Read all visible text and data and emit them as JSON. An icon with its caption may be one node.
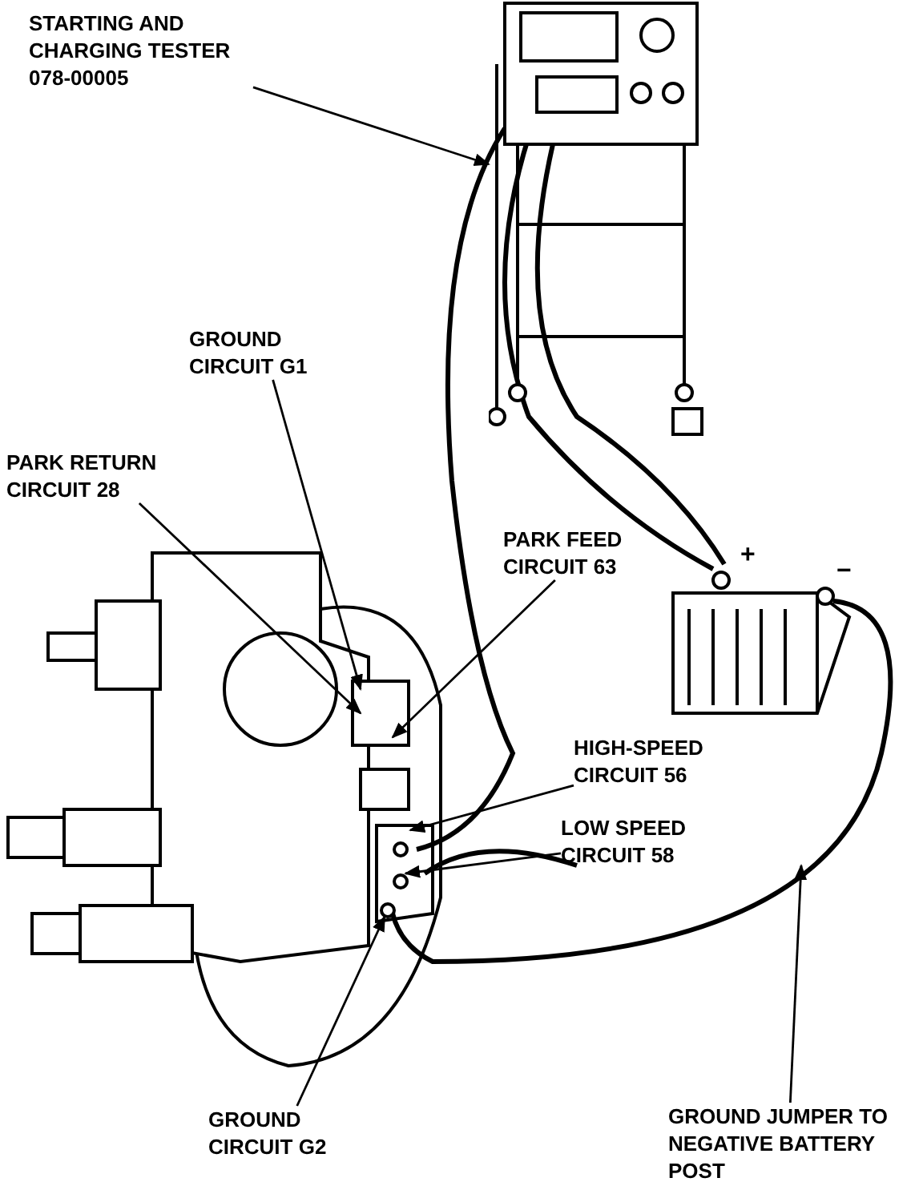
{
  "diagram": {
    "nodes": [
      {
        "text": [
          "STARTING AND CHARGING TESTER 078-00005"
        ]
      },
      {
        "text": [],
        "shape": "picture"
      },
      {
        "text": [
          "GROUND CIRCUIT G1"
        ]
      },
      {
        "text": [
          "PARK RETURN CIRCUIT 28"
        ]
      },
      {
        "text": [
          "PARK FEED CIRCUIT 63"
        ]
      },
      {
        "text": [
          "HIGH-SPEED CIRCUIT 56"
        ]
      },
      {
        "text": [
          "LOW SPEED CIRCUIT 58"
        ]
      },
      {
        "text": [
          "GROUND CIRCUIT G2"
        ]
      },
      {
        "text": [
          "GROUND JUMPER TO NEGATIVE BATTERY POST"
        ]
      }
    ],
    "edges": [
      {
        "from": 0,
        "to": 1,
        "arrow": "to"
      },
      {
        "from": 2,
        "to": null,
        "arrow": "to"
      },
      {
        "from": 3,
        "to": null,
        "arrow": "to"
      },
      {
        "from": 4,
        "to": null,
        "arrow": "to"
      },
      {
        "from": 5,
        "to": null,
        "arrow": "to"
      },
      {
        "from": 6,
        "to": null,
        "arrow": "to"
      },
      {
        "from": 7,
        "to": null,
        "arrow": "to"
      },
      {
        "from": 8,
        "to": null,
        "arrow": "to"
      }
    ],
    "labels": [
      "+",
      "−"
    ]
  }
}
